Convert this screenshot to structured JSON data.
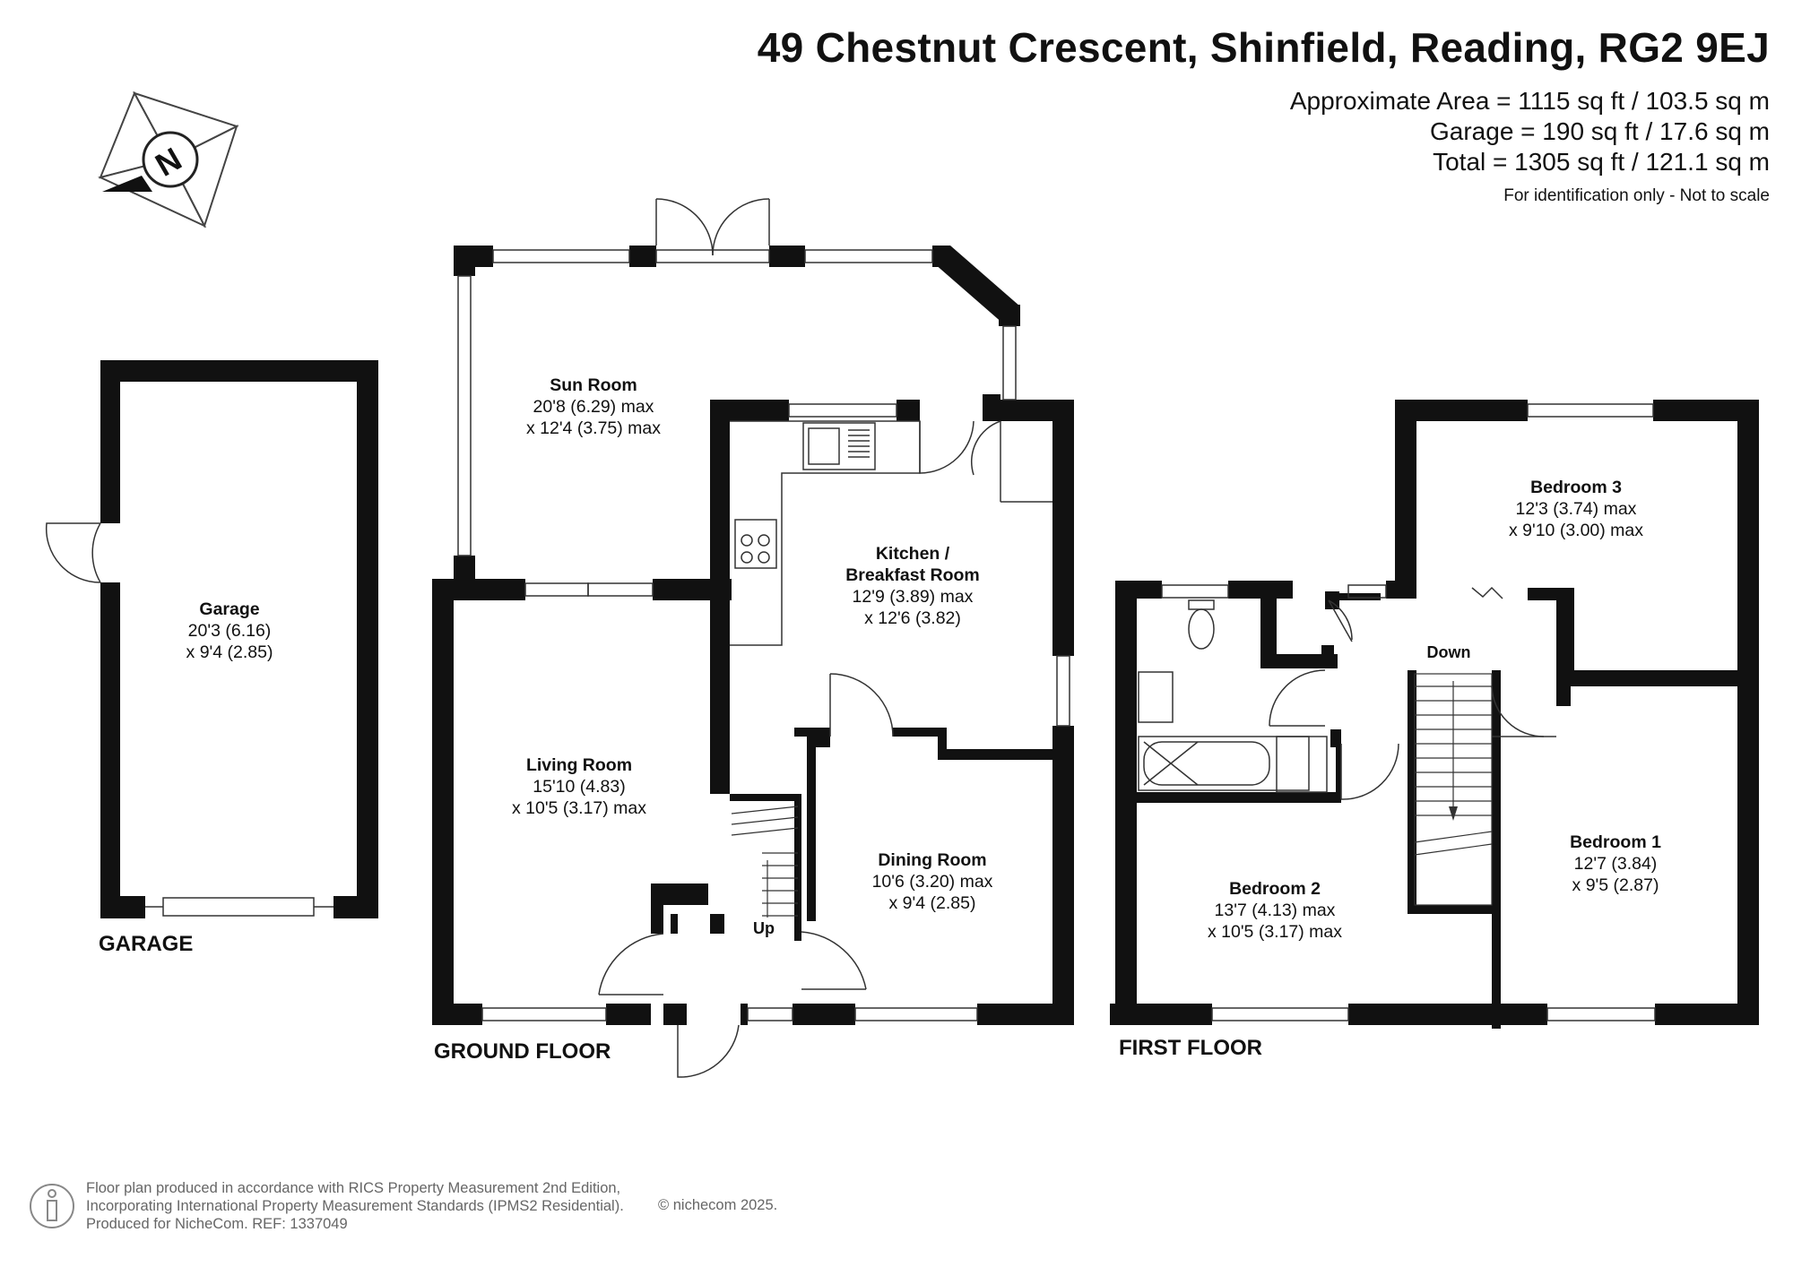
{
  "header": {
    "address": "49 Chestnut Crescent, Shinfield, Reading, RG2 9EJ",
    "area_lines": [
      "Approximate Area = 1115 sq ft / 103.5 sq m",
      "Garage = 190 sq ft / 17.6 sq m",
      "Total = 1305 sq ft / 121.1 sq m"
    ],
    "scale_note": "For identification only - Not to scale"
  },
  "compass": {
    "letter": "N",
    "icon": "north-arrow-icon"
  },
  "floors": {
    "garage_label": "GARAGE",
    "ground_label": "GROUND FLOOR",
    "first_label": "FIRST FLOOR"
  },
  "rooms": {
    "garage": {
      "name": "Garage",
      "dims": [
        "20'3 (6.16)",
        "x 9'4 (2.85)"
      ]
    },
    "sun_room": {
      "name": "Sun Room",
      "dims": [
        "20'8 (6.29) max",
        "x 12'4 (3.75)  max"
      ]
    },
    "kitchen": {
      "name": [
        "Kitchen /",
        "Breakfast Room"
      ],
      "dims": [
        "12'9 (3.89) max",
        "x 12'6 (3.82)"
      ]
    },
    "living_room": {
      "name": "Living Room",
      "dims": [
        "15'10 (4.83)",
        "x 10'5 (3.17) max"
      ]
    },
    "dining_room": {
      "name": "Dining Room",
      "dims": [
        "10'6 (3.20) max",
        "x 9'4 (2.85)"
      ]
    },
    "bedroom_3": {
      "name": "Bedroom 3",
      "dims": [
        "12'3 (3.74) max",
        "x 9'10 (3.00) max"
      ]
    },
    "bedroom_2": {
      "name": "Bedroom 2",
      "dims": [
        "13'7 (4.13) max",
        "x 10'5 (3.17) max"
      ]
    },
    "bedroom_1": {
      "name": "Bedroom 1",
      "dims": [
        "12'7 (3.84)",
        "x 9'5 (2.87)"
      ]
    }
  },
  "stairs": {
    "up": "Up",
    "down": "Down"
  },
  "footer": {
    "lines": [
      "Floor plan produced in accordance with RICS Property Measurement 2nd Edition,",
      "Incorporating International Property Measurement Standards (IPMS2 Residential).",
      "Produced for NicheCom.  REF:  1337049"
    ],
    "copyright": "© nichecom 2025.",
    "icon": "person-icon"
  }
}
